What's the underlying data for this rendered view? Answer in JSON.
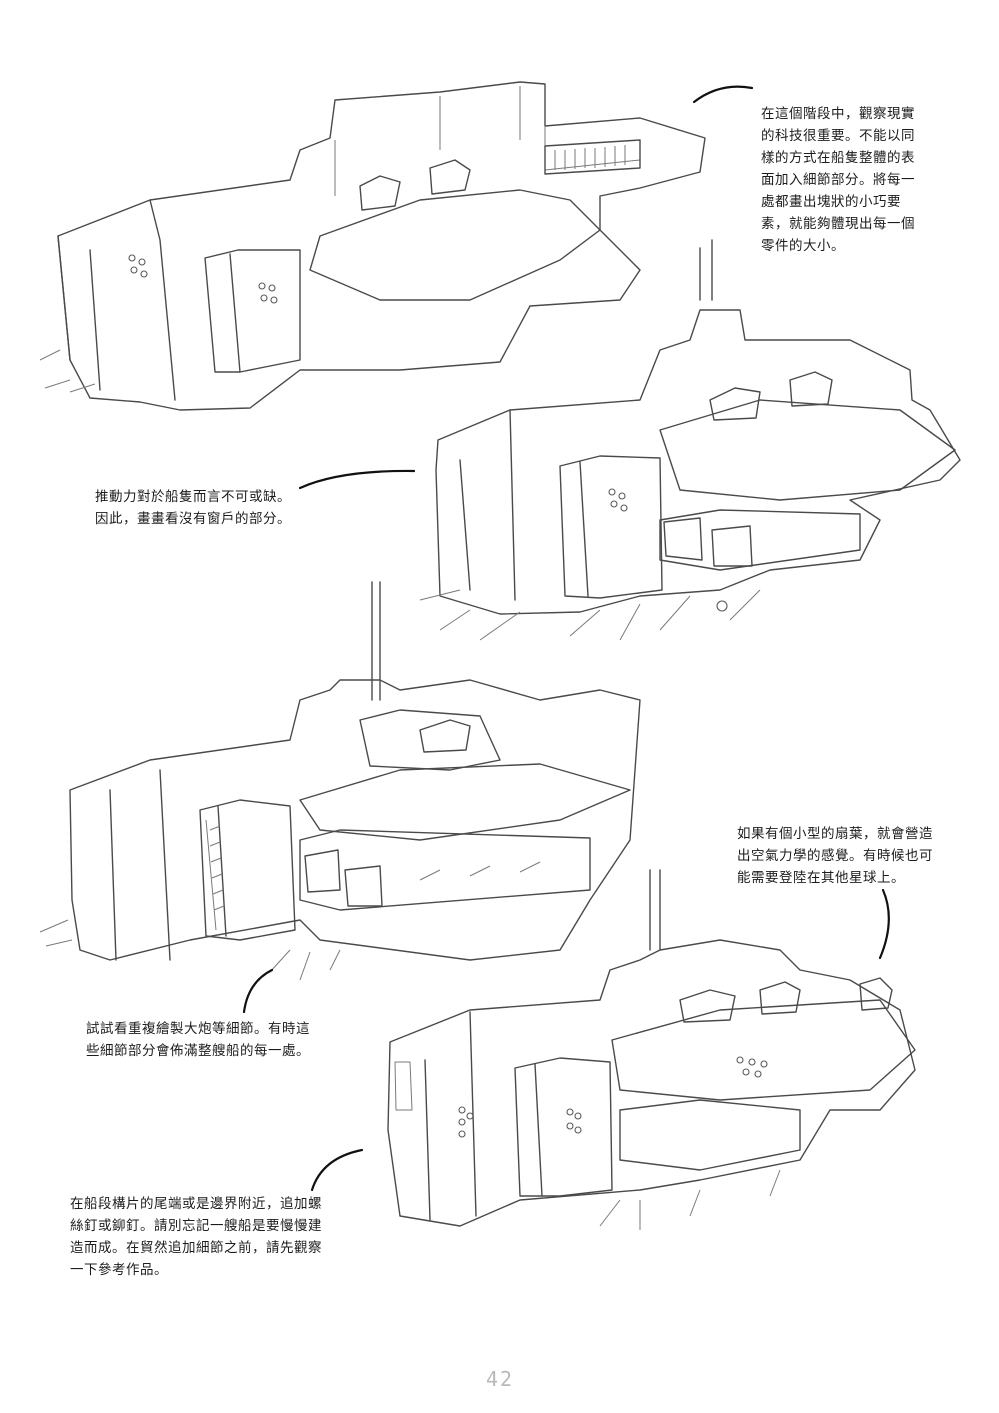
{
  "captions": {
    "detail_scale": "在這個階段中，觀察現實\n的科技很重要。不能以同\n樣的方式在船隻整體的表\n面加入細節部分。將每一\n處都畫出塊狀的小巧要\n素，就能夠體現出每一個\n零件的大小。",
    "thrust": "推動力對於船隻而言不可或缺。\n因此，畫畫看沒有窗戶的部分。",
    "fan": "如果有個小型的扇葉，就會營造\n出空氣力學的感覺。有時候也可\n能需要登陸在其他星球上。",
    "cannon": "試試看重複繪製大炮等細節。有時這\n些細節部分會佈滿整艘船的每一處。",
    "rivets": "在船段構片的尾端或是邊界附近，追加螺\n絲釘或鉚釘。請別忘記一艘船是要慢慢建\n造而成。在貿然追加細節之前，請先觀察\n一下參考作品。"
  },
  "page_number": "42"
}
